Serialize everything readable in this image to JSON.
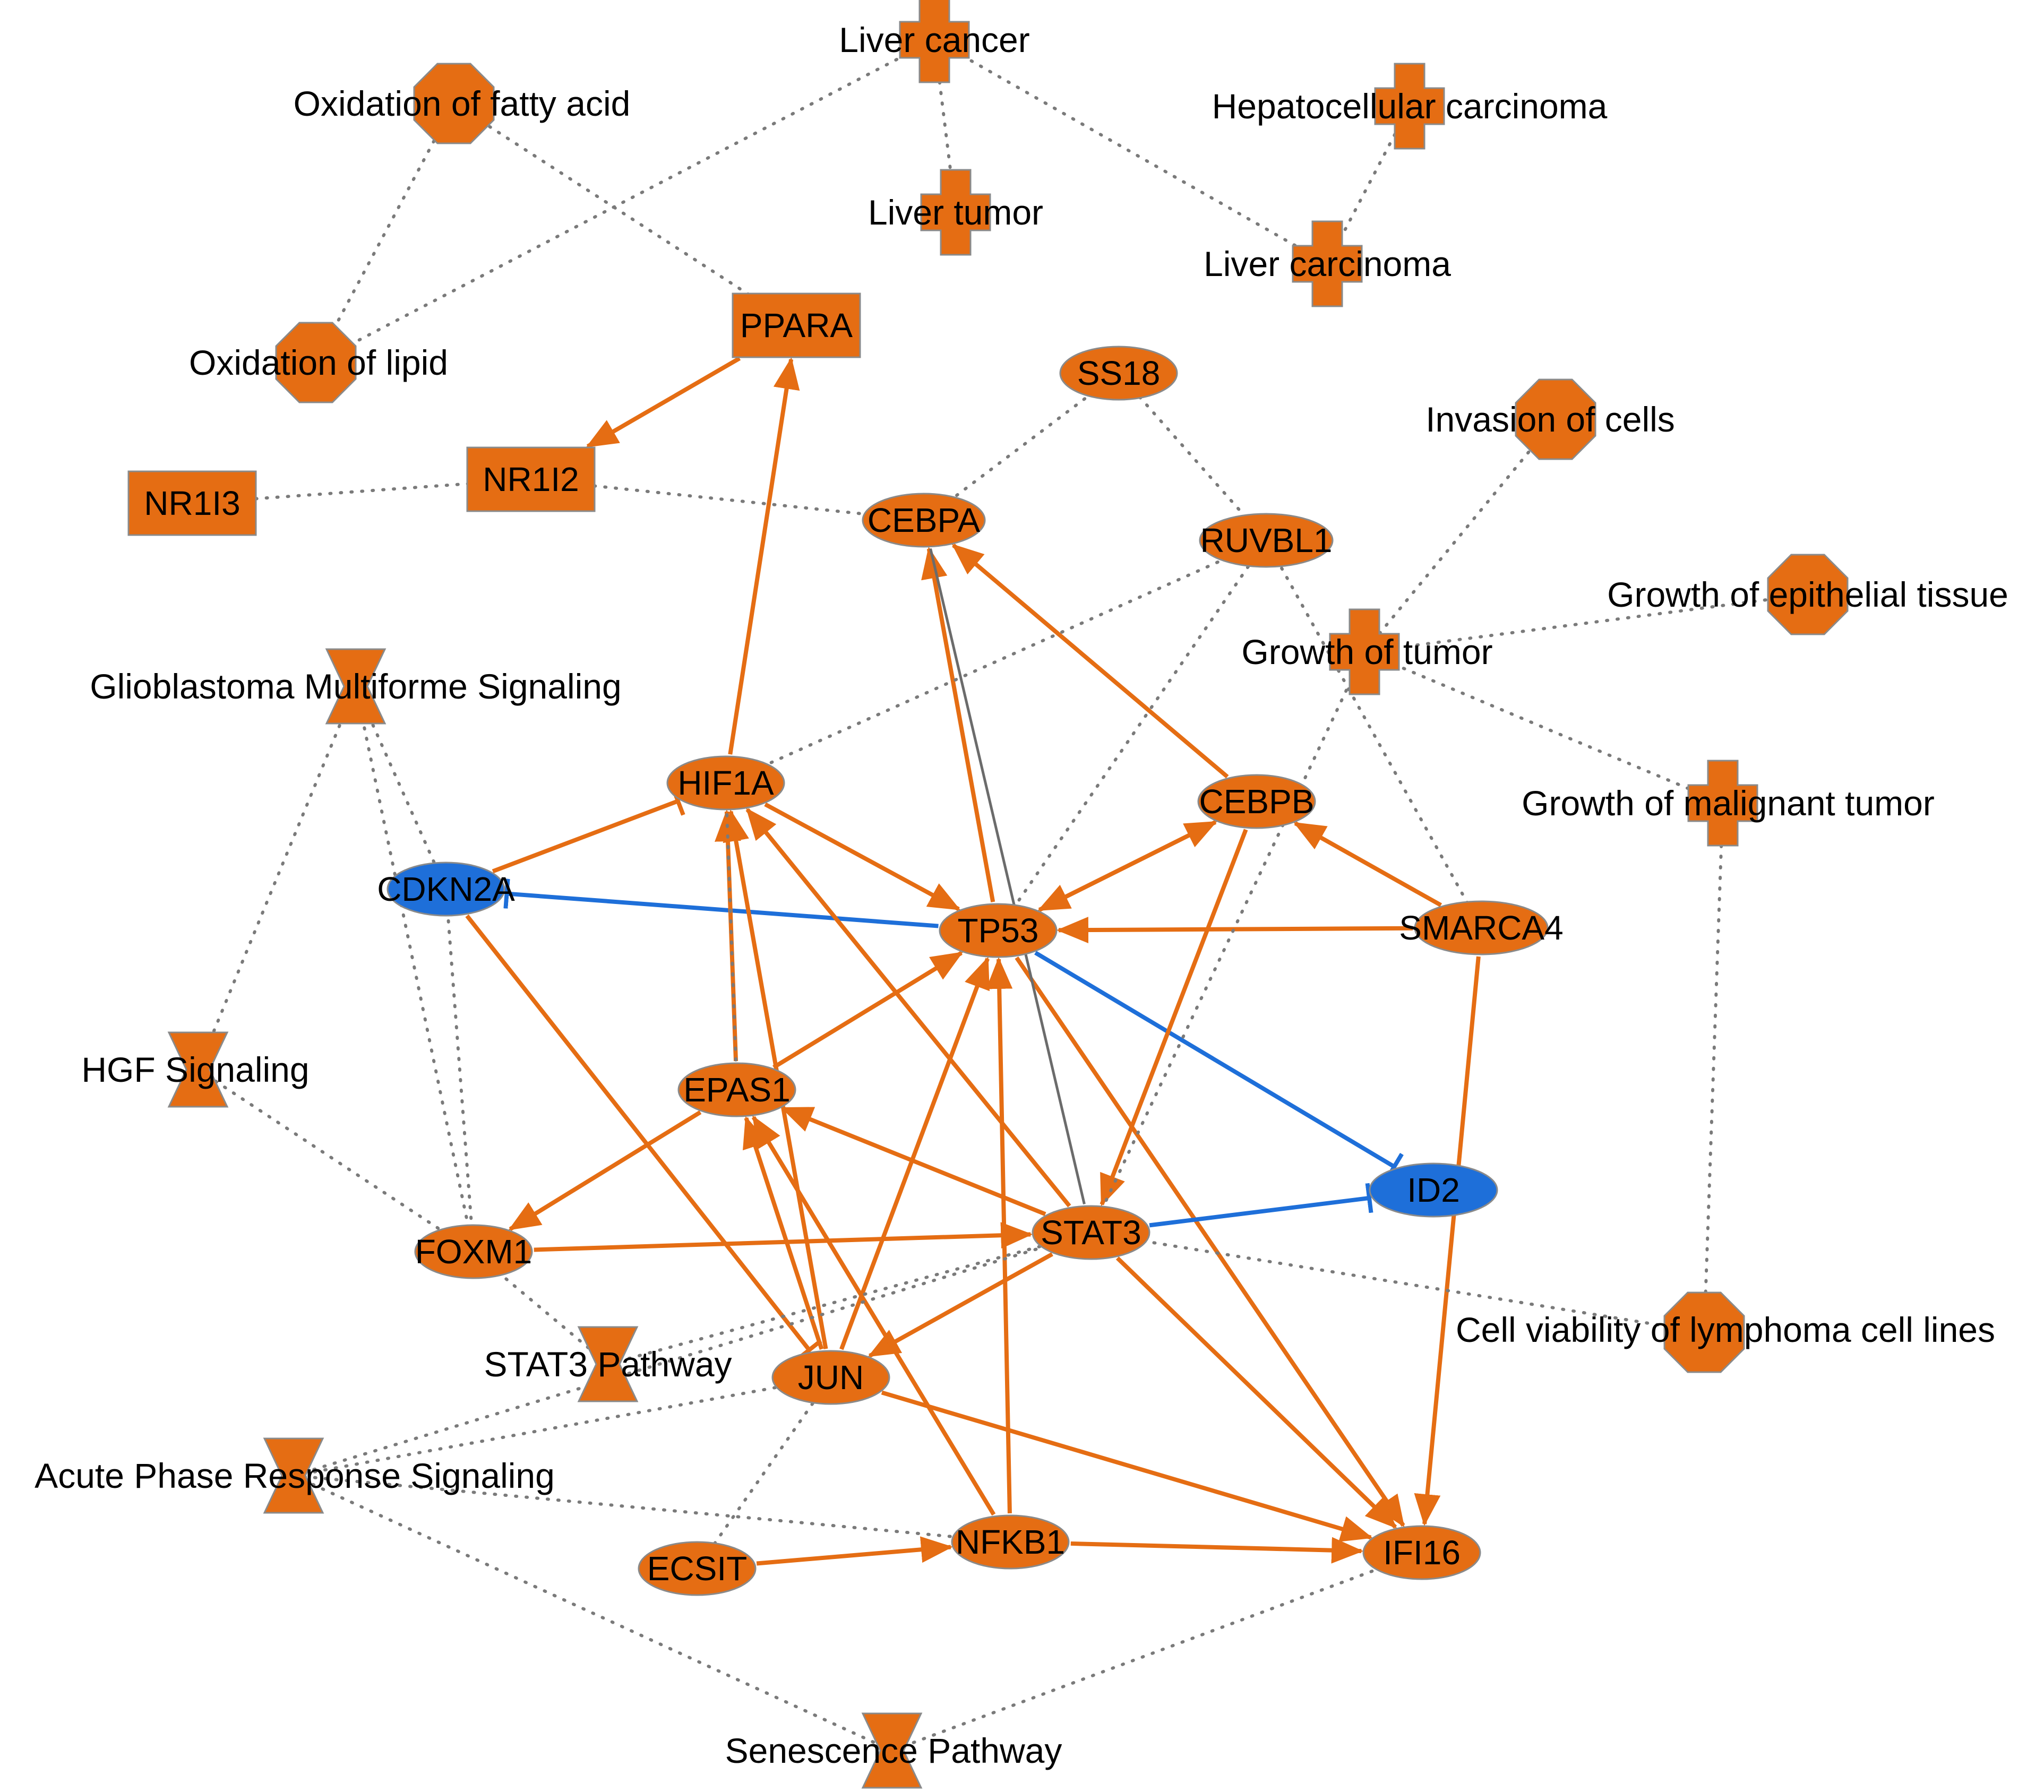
{
  "colors": {
    "orange": "#E56D13",
    "blue": "#1E6FD9",
    "gray": "#6b6b6b",
    "node_stroke": "#8a8a8a",
    "dotted": "#7a7a7a"
  },
  "nodes": [
    {
      "id": "liver_cancer",
      "label": "Liver cancer",
      "shape": "cross",
      "color": "orange",
      "category": "disease"
    },
    {
      "id": "ox_fatty",
      "label": "Oxidation of fatty acid",
      "shape": "octagon",
      "color": "orange",
      "category": "function"
    },
    {
      "id": "hcc",
      "label": "Hepatocellular carcinoma",
      "shape": "cross",
      "color": "orange",
      "category": "disease"
    },
    {
      "id": "liver_tumor",
      "label": "Liver tumor",
      "shape": "cross",
      "color": "orange",
      "category": "disease"
    },
    {
      "id": "liver_carcinoma",
      "label": "Liver carcinoma",
      "shape": "cross",
      "color": "orange",
      "category": "disease"
    },
    {
      "id": "ox_lipid",
      "label": "Oxidation of lipid",
      "shape": "octagon",
      "color": "orange",
      "category": "function"
    },
    {
      "id": "ppara",
      "label": "PPARA",
      "shape": "rect",
      "color": "orange",
      "category": "gene"
    },
    {
      "id": "ss18",
      "label": "SS18",
      "shape": "ellipse",
      "color": "orange",
      "category": "gene"
    },
    {
      "id": "invasion",
      "label": "Invasion of cells",
      "shape": "octagon",
      "color": "orange",
      "category": "function"
    },
    {
      "id": "nr1i3",
      "label": "NR1I3",
      "shape": "rect",
      "color": "orange",
      "category": "gene"
    },
    {
      "id": "nr1i2",
      "label": "NR1I2",
      "shape": "rect",
      "color": "orange",
      "category": "gene"
    },
    {
      "id": "cebpa",
      "label": "CEBPA",
      "shape": "ellipse",
      "color": "orange",
      "category": "gene"
    },
    {
      "id": "ruvbl1",
      "label": "RUVBL1",
      "shape": "ellipse",
      "color": "orange",
      "category": "gene"
    },
    {
      "id": "growth_epi",
      "label": "Growth of epithelial tissue",
      "shape": "octagon",
      "color": "orange",
      "category": "function"
    },
    {
      "id": "growth_tumor",
      "label": "Growth of tumor",
      "shape": "cross",
      "color": "orange",
      "category": "disease"
    },
    {
      "id": "gbm",
      "label": "Glioblastoma Multiforme Signaling",
      "shape": "hourglass",
      "color": "orange",
      "category": "pathway"
    },
    {
      "id": "hif1a",
      "label": "HIF1A",
      "shape": "ellipse",
      "color": "orange",
      "category": "gene"
    },
    {
      "id": "cebpb",
      "label": "CEBPB",
      "shape": "ellipse",
      "color": "orange",
      "category": "gene"
    },
    {
      "id": "growth_malig",
      "label": "Growth of malignant tumor",
      "shape": "cross",
      "color": "orange",
      "category": "disease"
    },
    {
      "id": "cdkn2a",
      "label": "CDKN2A",
      "shape": "ellipse",
      "color": "blue",
      "category": "gene"
    },
    {
      "id": "tp53",
      "label": "TP53",
      "shape": "ellipse",
      "color": "orange",
      "category": "gene"
    },
    {
      "id": "smarca4",
      "label": "SMARCA4",
      "shape": "ellipse",
      "color": "orange",
      "category": "gene"
    },
    {
      "id": "hgf",
      "label": "HGF Signaling",
      "shape": "hourglass",
      "color": "orange",
      "category": "pathway"
    },
    {
      "id": "epas1",
      "label": "EPAS1",
      "shape": "ellipse",
      "color": "orange",
      "category": "gene"
    },
    {
      "id": "id2",
      "label": "ID2",
      "shape": "ellipse",
      "color": "blue",
      "category": "gene"
    },
    {
      "id": "stat3",
      "label": "STAT3",
      "shape": "ellipse",
      "color": "orange",
      "category": "gene"
    },
    {
      "id": "foxm1",
      "label": "FOXM1",
      "shape": "ellipse",
      "color": "orange",
      "category": "gene"
    },
    {
      "id": "cell_viab",
      "label": "Cell viability of lymphoma cell lines",
      "shape": "octagon",
      "color": "orange",
      "category": "function"
    },
    {
      "id": "stat3_path",
      "label": "STAT3 Pathway",
      "shape": "hourglass",
      "color": "orange",
      "category": "pathway"
    },
    {
      "id": "jun",
      "label": "JUN",
      "shape": "ellipse",
      "color": "orange",
      "category": "gene"
    },
    {
      "id": "acute",
      "label": "Acute Phase Response Signaling",
      "shape": "hourglass",
      "color": "orange",
      "category": "pathway"
    },
    {
      "id": "ecsit",
      "label": "ECSIT",
      "shape": "ellipse",
      "color": "orange",
      "category": "gene"
    },
    {
      "id": "nfkb1",
      "label": "NFKB1",
      "shape": "ellipse",
      "color": "orange",
      "category": "gene"
    },
    {
      "id": "ifi16",
      "label": "IFI16",
      "shape": "ellipse",
      "color": "orange",
      "category": "gene"
    },
    {
      "id": "senescence",
      "label": "Senescence Pathway",
      "shape": "hourglass",
      "color": "orange",
      "category": "pathway"
    }
  ],
  "edges": [
    {
      "from": "ppara",
      "to": "nr1i2",
      "type": "activation",
      "color": "orange"
    },
    {
      "from": "hif1a",
      "to": "ppara",
      "type": "activation",
      "color": "orange"
    },
    {
      "from": "hif1a",
      "to": "tp53",
      "type": "activation",
      "color": "orange"
    },
    {
      "from": "cdkn2a",
      "to": "hif1a",
      "type": "inhibition",
      "color": "orange"
    },
    {
      "from": "cdkn2a",
      "to": "jun",
      "type": "inhibition",
      "color": "orange"
    },
    {
      "from": "tp53",
      "to": "cdkn2a",
      "type": "inhibition",
      "color": "blue"
    },
    {
      "from": "tp53",
      "to": "cebpa",
      "type": "activation",
      "color": "orange"
    },
    {
      "from": "tp53",
      "to": "cebpb",
      "type": "activation",
      "color": "orange"
    },
    {
      "from": "tp53",
      "to": "id2",
      "type": "inhibition",
      "color": "blue"
    },
    {
      "from": "tp53",
      "to": "ifi16",
      "type": "activation",
      "color": "orange"
    },
    {
      "from": "cebpb",
      "to": "tp53",
      "type": "activation",
      "color": "orange"
    },
    {
      "from": "cebpb",
      "to": "cebpa",
      "type": "activation",
      "color": "orange"
    },
    {
      "from": "cebpb",
      "to": "stat3",
      "type": "activation",
      "color": "orange"
    },
    {
      "from": "smarca4",
      "to": "tp53",
      "type": "activation",
      "color": "orange"
    },
    {
      "from": "smarca4",
      "to": "cebpb",
      "type": "activation",
      "color": "orange"
    },
    {
      "from": "smarca4",
      "to": "ifi16",
      "type": "activation",
      "color": "orange"
    },
    {
      "from": "epas1",
      "to": "tp53",
      "type": "activation",
      "color": "orange"
    },
    {
      "from": "epas1",
      "to": "hif1a",
      "type": "activation",
      "color": "orange"
    },
    {
      "from": "epas1",
      "to": "foxm1",
      "type": "activation",
      "color": "orange"
    },
    {
      "from": "stat3",
      "to": "hif1a",
      "type": "activation",
      "color": "orange"
    },
    {
      "from": "stat3",
      "to": "epas1",
      "type": "activation",
      "color": "orange"
    },
    {
      "from": "stat3",
      "to": "jun",
      "type": "activation",
      "color": "orange"
    },
    {
      "from": "stat3",
      "to": "ifi16",
      "type": "activation",
      "color": "orange"
    },
    {
      "from": "stat3",
      "to": "id2",
      "type": "inhibition",
      "color": "blue"
    },
    {
      "from": "stat3",
      "to": "cebpa",
      "type": "binding",
      "color": "gray"
    },
    {
      "from": "foxm1",
      "to": "stat3",
      "type": "activation",
      "color": "orange"
    },
    {
      "from": "jun",
      "to": "hif1a",
      "type": "activation",
      "color": "orange"
    },
    {
      "from": "jun",
      "to": "tp53",
      "type": "activation",
      "color": "orange"
    },
    {
      "from": "jun",
      "to": "epas1",
      "type": "activation",
      "color": "orange"
    },
    {
      "from": "jun",
      "to": "ifi16",
      "type": "activation",
      "color": "orange"
    },
    {
      "from": "nfkb1",
      "to": "tp53",
      "type": "activation",
      "color": "orange"
    },
    {
      "from": "nfkb1",
      "to": "epas1",
      "type": "activation",
      "color": "orange"
    },
    {
      "from": "nfkb1",
      "to": "ifi16",
      "type": "activation",
      "color": "orange"
    },
    {
      "from": "ecsit",
      "to": "nfkb1",
      "type": "activation",
      "color": "orange"
    },
    {
      "from": "liver_cancer",
      "to": "liver_tumor",
      "type": "association",
      "color": "dotted"
    },
    {
      "from": "liver_cancer",
      "to": "ox_lipid",
      "type": "association",
      "color": "dotted"
    },
    {
      "from": "liver_cancer",
      "to": "liver_carcinoma",
      "type": "association",
      "color": "dotted"
    },
    {
      "from": "ox_fatty",
      "to": "ox_lipid",
      "type": "association",
      "color": "dotted"
    },
    {
      "from": "ox_fatty",
      "to": "ppara",
      "type": "association",
      "color": "dotted"
    },
    {
      "from": "hcc",
      "to": "liver_carcinoma",
      "type": "association",
      "color": "dotted"
    },
    {
      "from": "nr1i3",
      "to": "nr1i2",
      "type": "association",
      "color": "dotted"
    },
    {
      "from": "nr1i2",
      "to": "cebpa",
      "type": "association",
      "color": "dotted"
    },
    {
      "from": "ss18",
      "to": "cebpa",
      "type": "association",
      "color": "dotted"
    },
    {
      "from": "ss18",
      "to": "ruvbl1",
      "type": "association",
      "color": "dotted"
    },
    {
      "from": "ruvbl1",
      "to": "hif1a",
      "type": "association",
      "color": "dotted"
    },
    {
      "from": "ruvbl1",
      "to": "tp53",
      "type": "association",
      "color": "dotted"
    },
    {
      "from": "ruvbl1",
      "to": "smarca4",
      "type": "association",
      "color": "dotted"
    },
    {
      "from": "invasion",
      "to": "growth_tumor",
      "type": "association",
      "color": "dotted"
    },
    {
      "from": "growth_epi",
      "to": "growth_tumor",
      "type": "association",
      "color": "dotted"
    },
    {
      "from": "growth_tumor",
      "to": "growth_malig",
      "type": "association",
      "color": "dotted"
    },
    {
      "from": "growth_tumor",
      "to": "stat3",
      "type": "association",
      "color": "dotted"
    },
    {
      "from": "growth_malig",
      "to": "cell_viab",
      "type": "association",
      "color": "dotted"
    },
    {
      "from": "stat3",
      "to": "cell_viab",
      "type": "association",
      "color": "dotted"
    },
    {
      "from": "gbm",
      "to": "hgf",
      "type": "association",
      "color": "dotted"
    },
    {
      "from": "gbm",
      "to": "cdkn2a",
      "type": "association",
      "color": "dotted"
    },
    {
      "from": "gbm",
      "to": "foxm1",
      "type": "association",
      "color": "dotted"
    },
    {
      "from": "cdkn2a",
      "to": "foxm1",
      "type": "association",
      "color": "dotted"
    },
    {
      "from": "hgf",
      "to": "foxm1",
      "type": "association",
      "color": "dotted"
    },
    {
      "from": "foxm1",
      "to": "stat3_path",
      "type": "association",
      "color": "dotted"
    },
    {
      "from": "hif1a",
      "to": "epas1",
      "type": "association",
      "color": "dotted"
    },
    {
      "from": "stat3",
      "to": "stat3_path",
      "type": "association",
      "color": "dotted"
    },
    {
      "from": "acute",
      "to": "stat3",
      "type": "association",
      "color": "dotted"
    },
    {
      "from": "acute",
      "to": "jun",
      "type": "association",
      "color": "dotted"
    },
    {
      "from": "acute",
      "to": "nfkb1",
      "type": "association",
      "color": "dotted"
    },
    {
      "from": "acute",
      "to": "senescence",
      "type": "association",
      "color": "dotted"
    },
    {
      "from": "jun",
      "to": "ecsit",
      "type": "association",
      "color": "dotted"
    },
    {
      "from": "ifi16",
      "to": "senescence",
      "type": "association",
      "color": "dotted"
    }
  ]
}
